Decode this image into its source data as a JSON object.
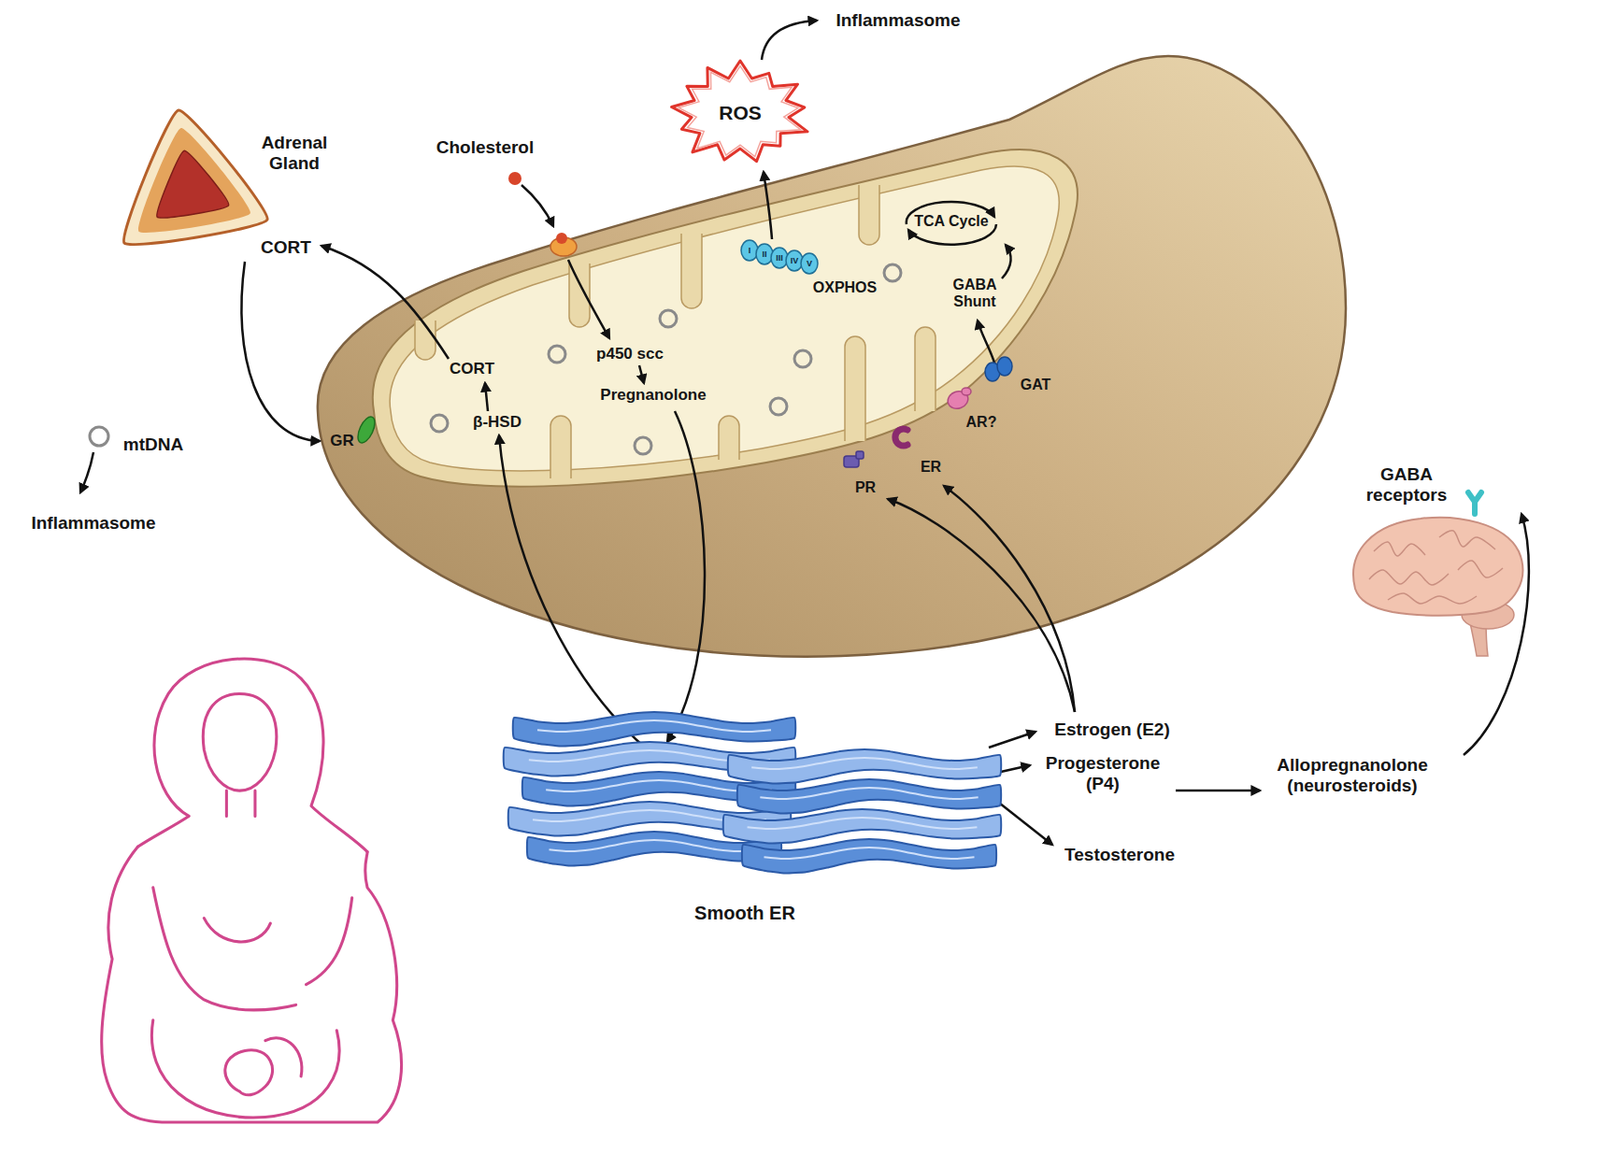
{
  "diagram": {
    "nodes": [
      {
        "text": [
          "ROS"
        ]
      },
      {
        "text": [
          "Adrenal Gland"
        ]
      },
      {
        "text": [
          "GAT"
        ]
      },
      {
        "text": [
          "AR?"
        ]
      },
      {
        "text": [
          "GR"
        ]
      },
      {
        "text": [
          "mtDNA"
        ]
      },
      {
        "text": [
          "ER"
        ]
      },
      {
        "text": [
          "PR"
        ]
      },
      {
        "text": [
          "GABA receptors"
        ]
      },
      {
        "text": [
          "Smooth ER"
        ]
      }
    ],
    "labels": [
      "Inflammasome",
      "Cholesterol",
      "CORT",
      "TCA Cycle",
      "OXPHOS",
      "I",
      "II",
      "III",
      "IV",
      "V",
      "GABA Shunt",
      "CORT",
      "p450 scc",
      "Pregnanolone",
      "β-HSD",
      "Inflammasome",
      "Estrogen (E2)",
      "Progesterone (P4)",
      "Allopregnanolone (neurosteroids)",
      "Testosterone"
    ]
  }
}
